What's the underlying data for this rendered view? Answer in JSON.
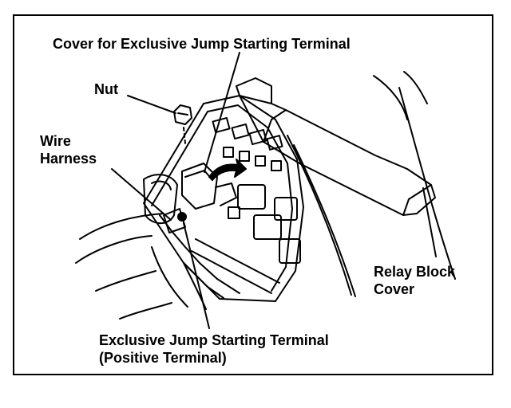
{
  "labels": {
    "cover_for_terminal": "Cover for Exclusive Jump Starting Terminal",
    "nut": "Nut",
    "wire_harness": [
      "Wire",
      "Harness"
    ],
    "relay_block_cover": [
      "Relay Block",
      "Cover"
    ],
    "terminal": [
      "Exclusive Jump Starting Terminal",
      "(Positive Terminal)"
    ]
  }
}
